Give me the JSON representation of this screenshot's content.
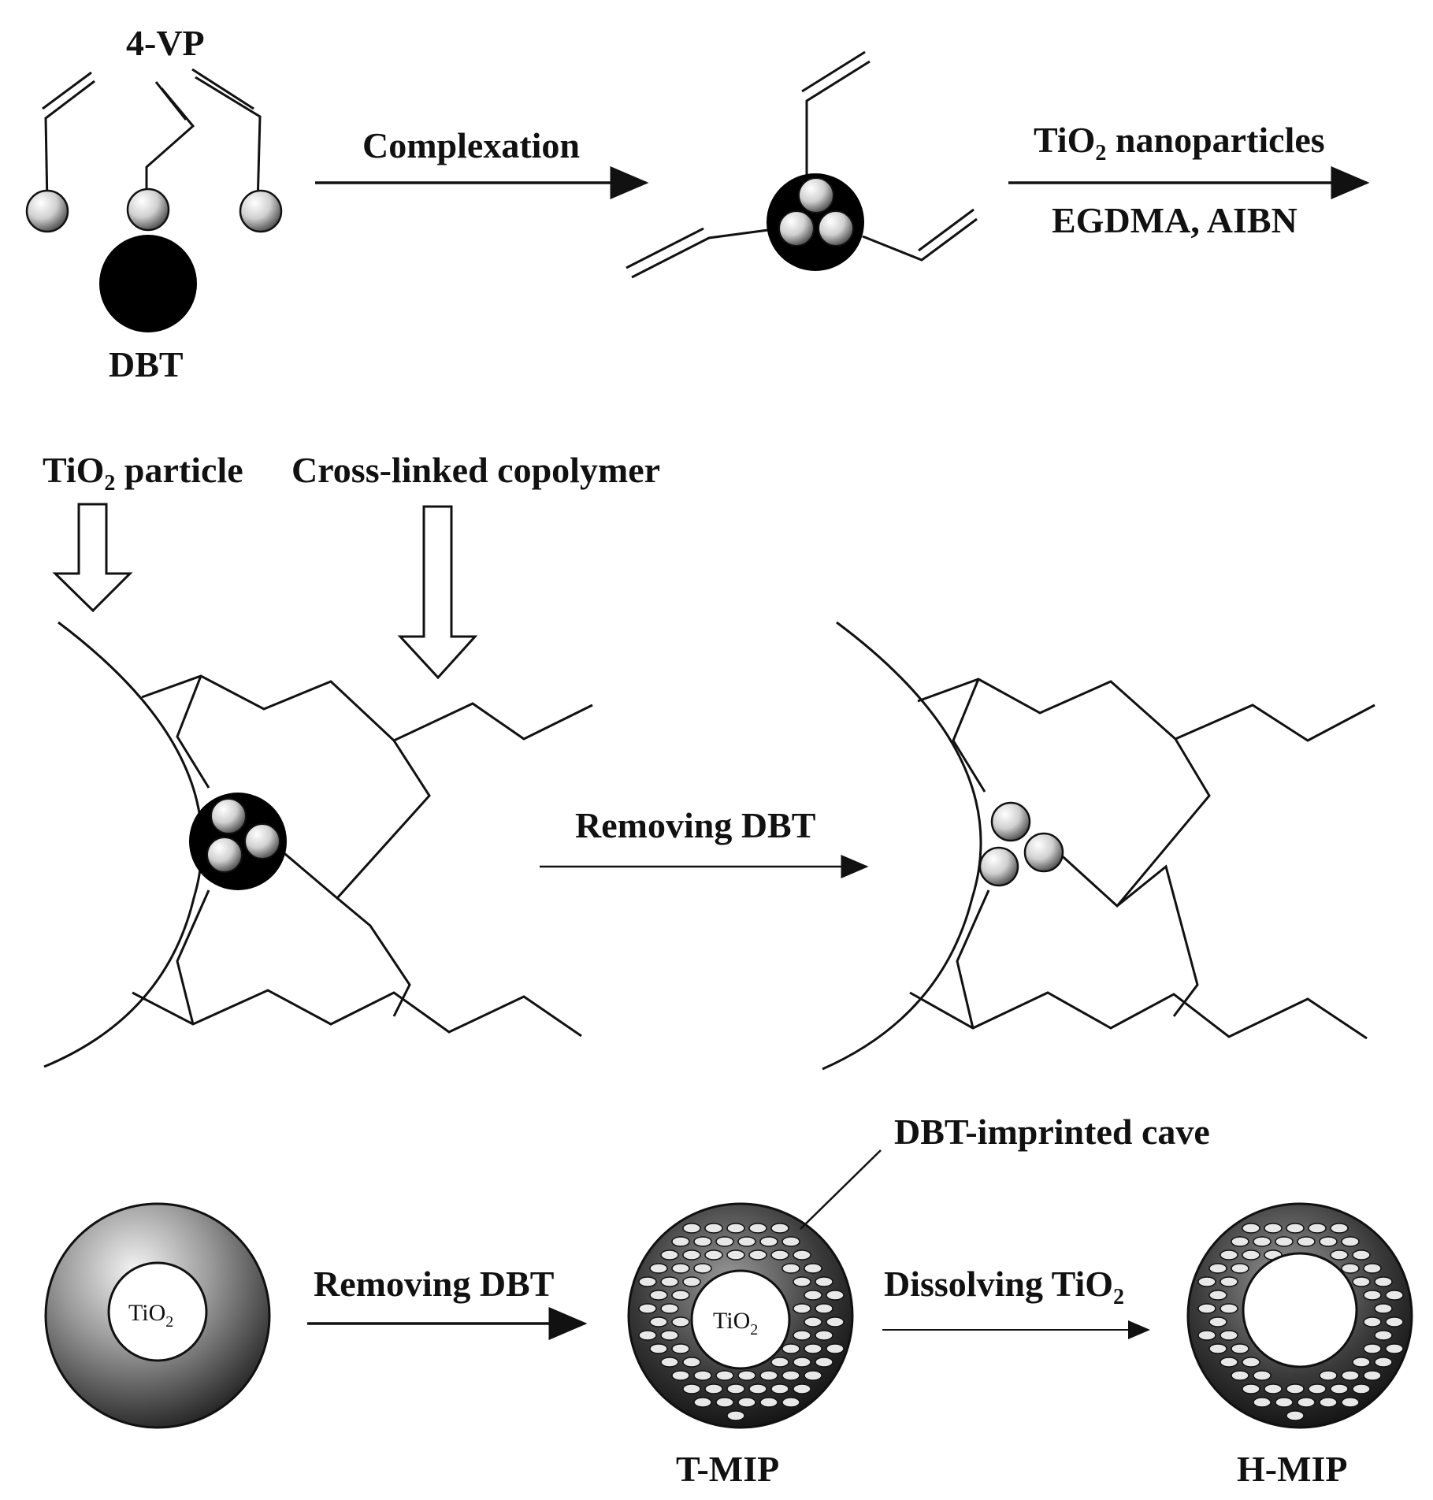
{
  "labels": {
    "vp": "4-VP",
    "dbt": "DBT",
    "complexation": "Complexation",
    "tio2_nano_prefix": "TiO",
    "tio2_nano_sub": "2",
    "tio2_nano_suffix": " nanoparticles",
    "egdma_aibn": "EGDMA, AIBN",
    "tio2_particle_prefix": "TiO",
    "tio2_particle_sub": "2",
    "tio2_particle_suffix": " particle",
    "crosslinked": "Cross-linked copolymer",
    "removing_dbt_mid": "Removing DBT",
    "dbt_cave": "DBT-imprinted cave",
    "tio2_core": "TiO",
    "tio2_core_sub": "2",
    "removing_dbt_bottom": "Removing DBT",
    "dissolving_prefix": "Dissolving TiO",
    "dissolving_sub": "2",
    "tio2_core2": "TiO",
    "tio2_core2_sub": "2",
    "tmip": "T-MIP",
    "hmip": "H-MIP"
  },
  "colors": {
    "ink": "#111111",
    "bead_light": "#f4f4f4",
    "bead_dark": "#6e6e6e",
    "template": "#000000"
  }
}
